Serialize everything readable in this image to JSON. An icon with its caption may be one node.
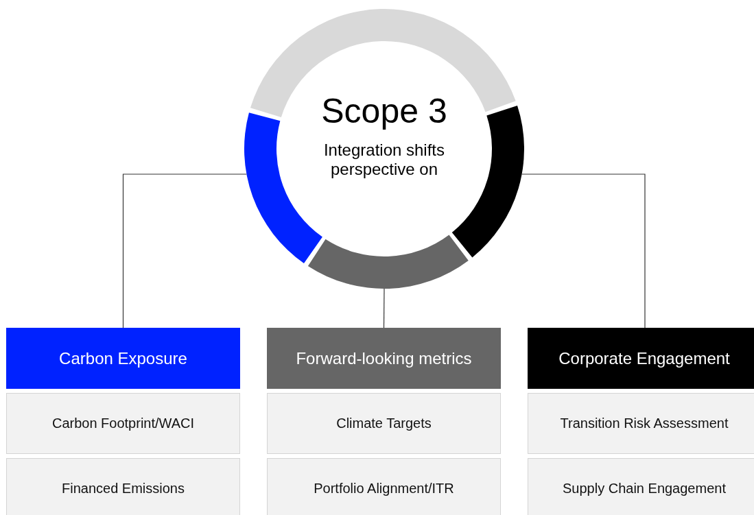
{
  "diagram": {
    "nodes": [
      {
        "text": [
          "Scope 3",
          "Integration shifts perspective on"
        ]
      },
      {
        "text": [
          "Carbon Exposure"
        ]
      },
      {
        "text": [
          "Carbon Footprint/WACI"
        ]
      },
      {
        "text": [
          "Financed Emissions"
        ]
      },
      {
        "text": [
          "Forward-looking metrics"
        ]
      },
      {
        "text": [
          "Climate Targets"
        ]
      },
      {
        "text": [
          "Portfolio Alignment/ITR"
        ]
      },
      {
        "text": [
          "Corporate Engagement"
        ]
      },
      {
        "text": [
          "Transition Risk Assessment"
        ]
      },
      {
        "text": [
          "Supply Chain Engagement"
        ]
      }
    ],
    "edges": [
      {
        "from": 0,
        "to": 1,
        "arrow": "none"
      },
      {
        "from": 0,
        "to": 4,
        "arrow": "none"
      },
      {
        "from": 0,
        "to": 7,
        "arrow": "none"
      }
    ]
  }
}
